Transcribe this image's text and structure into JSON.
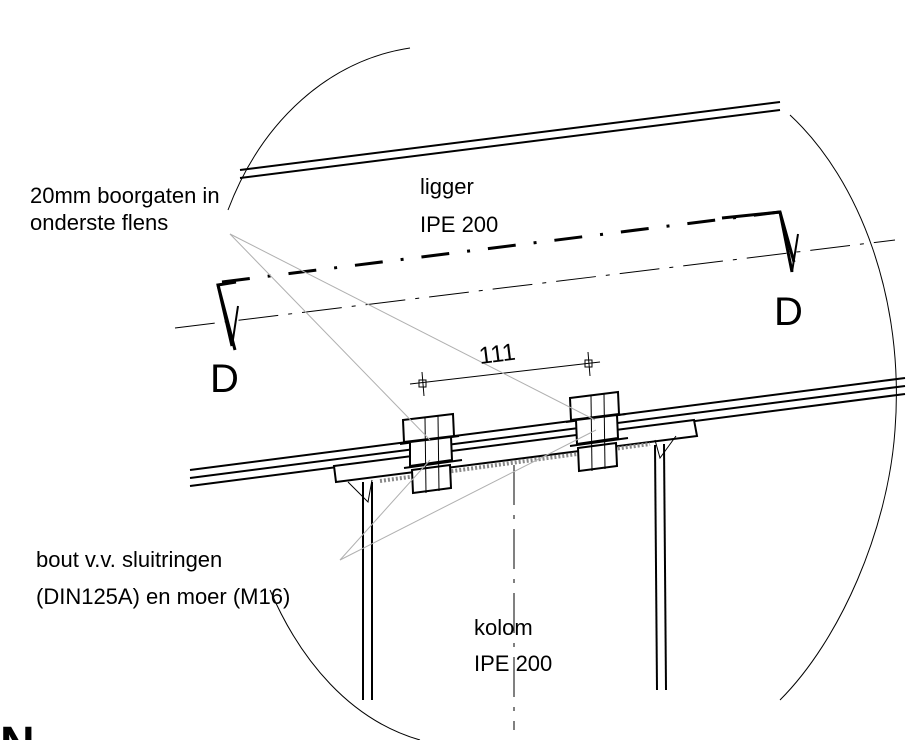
{
  "labels": {
    "holes_line1": "20mm boorgaten in",
    "holes_line2": "onderste flens",
    "beam_line1": "ligger",
    "beam_line2": "IPE 200",
    "bolt_line1": "bout v.v. sluitringen",
    "bolt_line2": "(DIN125A) en moer (M16)",
    "column_line1": "kolom",
    "column_line2": "IPE 200",
    "section_left": "D",
    "section_right": "D",
    "dimension": "111",
    "corner_fragment": "N"
  },
  "colors": {
    "line": "#000000",
    "leader": "#b0b0b0",
    "weld_hatch": "#888888"
  }
}
